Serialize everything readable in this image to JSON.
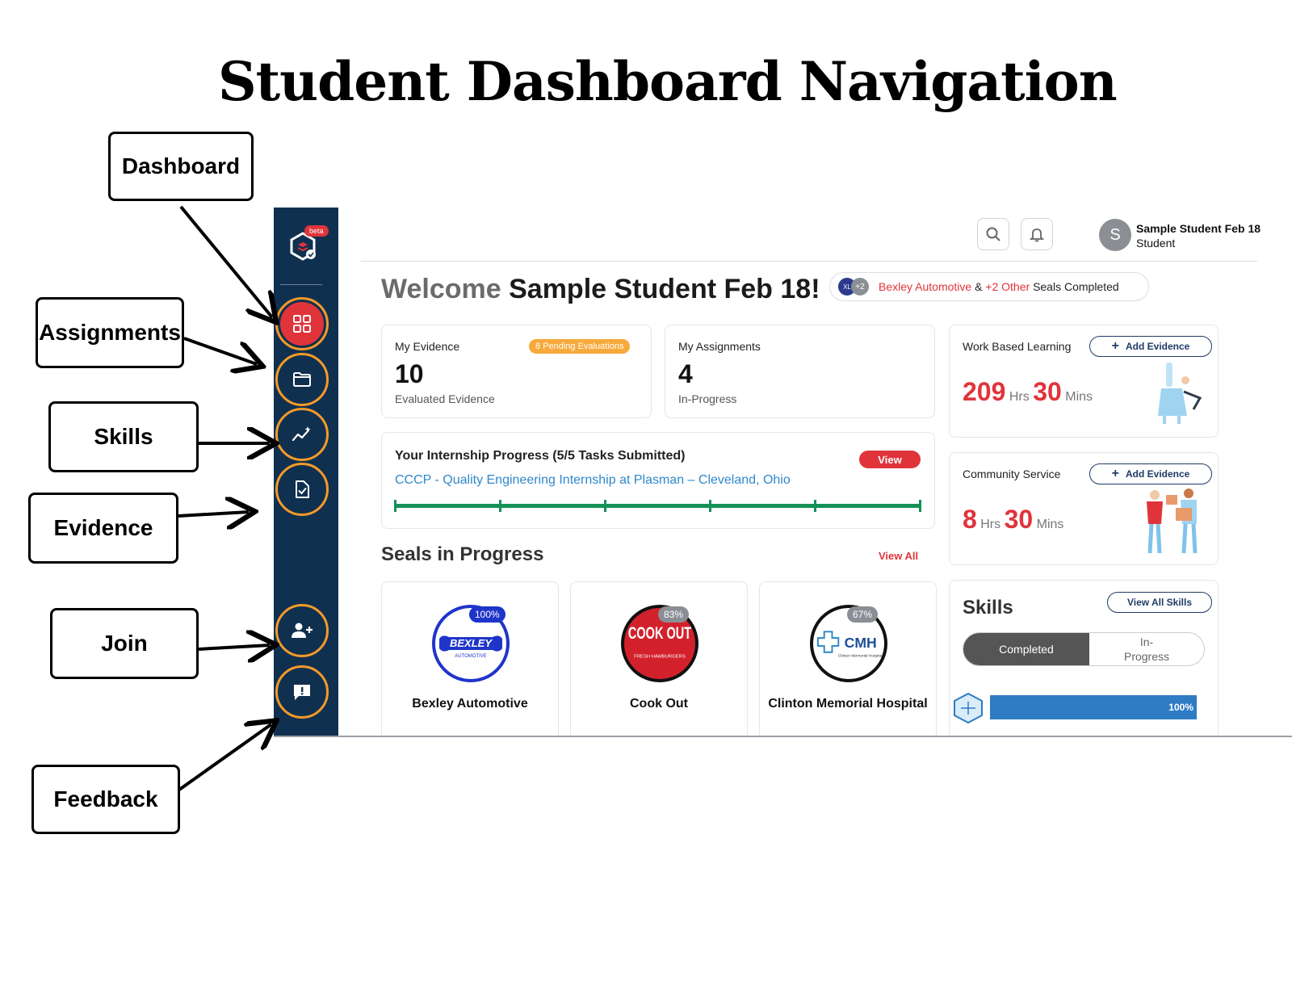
{
  "heading": "Student Dashboard Navigation",
  "callouts": {
    "dashboard": "Dashboard",
    "assignments": "Assignments",
    "skills": "Skills",
    "evidence": "Evidence",
    "join": "Join",
    "feedback": "Feedback"
  },
  "sidebar": {
    "beta_badge": "beta",
    "items": [
      {
        "name": "dashboard",
        "icon": "grid-icon",
        "active": true
      },
      {
        "name": "assignments",
        "icon": "folder-icon",
        "active": false
      },
      {
        "name": "skills",
        "icon": "trend-sparkle-icon",
        "active": false
      },
      {
        "name": "evidence",
        "icon": "document-check-icon",
        "active": false
      },
      {
        "name": "join",
        "icon": "person-add-icon",
        "active": false
      },
      {
        "name": "feedback",
        "icon": "feedback-chat-icon",
        "active": false
      }
    ]
  },
  "topbar": {
    "user_initial": "S",
    "user_name": "Sample Student Feb 18",
    "user_role": "Student"
  },
  "welcome": {
    "prefix": "Welcome",
    "name": "Sample Student Feb 18!",
    "seal_badge_text": "XL",
    "seal_more": "+2",
    "seal_company": "Bexley Automotive",
    "seal_amp": "&",
    "seal_other": "+2 Other",
    "seal_suffix": "Seals Completed"
  },
  "evidence_card": {
    "label": "My Evidence",
    "badge": "8 Pending Evaluations",
    "value": "10",
    "sub": "Evaluated Evidence"
  },
  "assignments_card": {
    "label": "My Assignments",
    "value": "4",
    "sub": "In-Progress"
  },
  "internship": {
    "title": "Your Internship Progress (5/5 Tasks Submitted)",
    "view_label": "View",
    "link": "CCCP - Quality Engineering Internship at Plasman – Cleveland, Ohio",
    "tasks_submitted": 5,
    "tasks_total": 5
  },
  "seals": {
    "heading": "Seals in Progress",
    "view_all": "View All",
    "items": [
      {
        "name": "Bexley Automotive",
        "percent": "100%",
        "logo_text": "BEXLEY",
        "logo_sub": "AUTOMOTIVE",
        "badge_color": "#1f35c9"
      },
      {
        "name": "Cook Out",
        "percent": "83%",
        "logo_text": "COOK OUT",
        "logo_sub": "FRESH HAMBURGERS",
        "badge_color": "#8a8f95"
      },
      {
        "name": "Clinton Memorial Hospital",
        "percent": "67%",
        "logo_text": "CMH",
        "logo_sub": "Clinton Memorial Hospital",
        "badge_color": "#8a8f95"
      }
    ]
  },
  "work_based": {
    "title": "Work Based Learning",
    "add_label": "Add Evidence",
    "hours": "209",
    "hours_unit": "Hrs",
    "mins": "30",
    "mins_unit": "Mins"
  },
  "community": {
    "title": "Community Service",
    "add_label": "Add Evidence",
    "hours": "8",
    "hours_unit": "Hrs",
    "mins": "30",
    "mins_unit": "Mins"
  },
  "skills": {
    "heading": "Skills",
    "view_all": "View All Skills",
    "tab_completed": "Completed",
    "tab_in_progress": "In-Progress",
    "first_skill_percent": "100%"
  },
  "colors": {
    "sidebar": "#10304f",
    "accent_red": "#e0343b",
    "accent_orange": "#f39a2a",
    "progress_green": "#149157",
    "link_blue": "#2f88c9"
  }
}
